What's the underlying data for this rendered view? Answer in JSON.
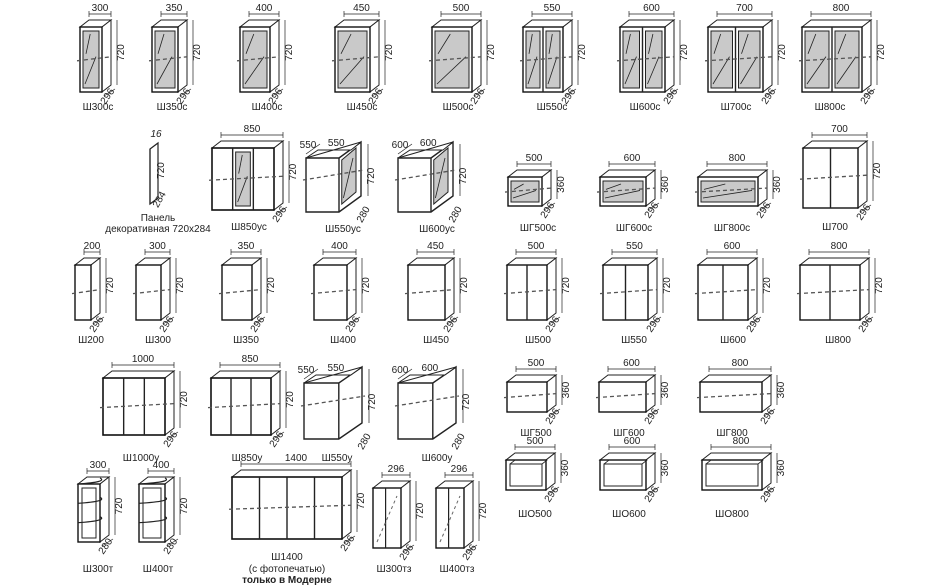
{
  "catalog": {
    "items": [
      {
        "code": "Ш300с",
        "width": "300",
        "height": "720",
        "depth": "296"
      },
      {
        "code": "Ш350с",
        "width": "350",
        "height": "720",
        "depth": "296"
      },
      {
        "code": "Ш400с",
        "width": "400",
        "height": "720",
        "depth": "296"
      },
      {
        "code": "Ш450с",
        "width": "450",
        "height": "720",
        "depth": "296"
      },
      {
        "code": "Ш500с",
        "width": "500",
        "height": "720",
        "depth": "296"
      },
      {
        "code": "Ш550с",
        "width": "550",
        "height": "720",
        "depth": "296"
      },
      {
        "code": "Ш600с",
        "width": "600",
        "height": "720",
        "depth": "296"
      },
      {
        "code": "Ш700с",
        "width": "700",
        "height": "720",
        "depth": "296"
      },
      {
        "code": "Ш800с",
        "width": "800",
        "height": "720",
        "depth": "296"
      },
      {
        "code": "Панель",
        "code2": "декоративная 720х284",
        "width": "16",
        "height": "720",
        "depth": "284"
      },
      {
        "code": "Ш850ус",
        "width": "850",
        "height": "720",
        "depth": "296"
      },
      {
        "code": "Ш550ус",
        "width": "550",
        "width2": "550",
        "height": "720",
        "depth": "280"
      },
      {
        "code": "Ш600ус",
        "width": "600",
        "width2": "600",
        "height": "720",
        "depth": "280"
      },
      {
        "code": "ШГ500с",
        "width": "500",
        "height": "360",
        "depth": "296"
      },
      {
        "code": "ШГ600с",
        "width": "600",
        "height": "360",
        "depth": "296"
      },
      {
        "code": "ШГ800с",
        "width": "800",
        "height": "360",
        "depth": "296"
      },
      {
        "code": "Ш700",
        "width": "700",
        "height": "720",
        "depth": "296"
      },
      {
        "code": "Ш200",
        "width": "200",
        "height": "720",
        "depth": "296"
      },
      {
        "code": "Ш300",
        "width": "300",
        "height": "720",
        "depth": "296"
      },
      {
        "code": "Ш350",
        "width": "350",
        "height": "720",
        "depth": "296"
      },
      {
        "code": "Ш400",
        "width": "400",
        "height": "720",
        "depth": "296"
      },
      {
        "code": "Ш450",
        "width": "450",
        "height": "720",
        "depth": "296"
      },
      {
        "code": "Ш500",
        "width": "500",
        "height": "720",
        "depth": "296"
      },
      {
        "code": "Ш550",
        "width": "550",
        "height": "720",
        "depth": "296"
      },
      {
        "code": "Ш600",
        "width": "600",
        "height": "720",
        "depth": "296"
      },
      {
        "code": "Ш800",
        "width": "800",
        "height": "720",
        "depth": "296"
      },
      {
        "code": "Ш1000у",
        "width": "1000",
        "height": "720",
        "depth": "296"
      },
      {
        "code": "Ш850у",
        "width": "850",
        "height": "720",
        "depth": "296"
      },
      {
        "code": "Ш550у",
        "width": "550",
        "width2": "550",
        "height": "720",
        "depth": "280"
      },
      {
        "code": "Ш600у",
        "width": "600",
        "width2": "600",
        "height": "720",
        "depth": "280"
      },
      {
        "code": "ШГ500",
        "width": "500",
        "height": "360",
        "depth": "296"
      },
      {
        "code": "ШГ600",
        "width": "600",
        "height": "360",
        "depth": "296"
      },
      {
        "code": "ШГ800",
        "width": "800",
        "height": "360",
        "depth": "296"
      },
      {
        "code": "Ш300т",
        "width": "300",
        "height": "720",
        "depth": "280"
      },
      {
        "code": "Ш400т",
        "width": "400",
        "height": "720",
        "depth": "280"
      },
      {
        "code": "Ш1400",
        "code2": "(с фотопечатью)",
        "code3": "только в Модерне",
        "width": "1400",
        "height": "720",
        "depth": "296"
      },
      {
        "code": "Ш300тз",
        "width": "296",
        "height": "720",
        "depth": "296"
      },
      {
        "code": "Ш400тз",
        "width": "296",
        "height": "720",
        "depth": "296"
      },
      {
        "code": "ШО500",
        "width": "500",
        "height": "360",
        "depth": "296"
      },
      {
        "code": "ШО600",
        "width": "600",
        "height": "360",
        "depth": "296"
      },
      {
        "code": "ШО800",
        "width": "800",
        "height": "360",
        "depth": "296"
      }
    ]
  }
}
